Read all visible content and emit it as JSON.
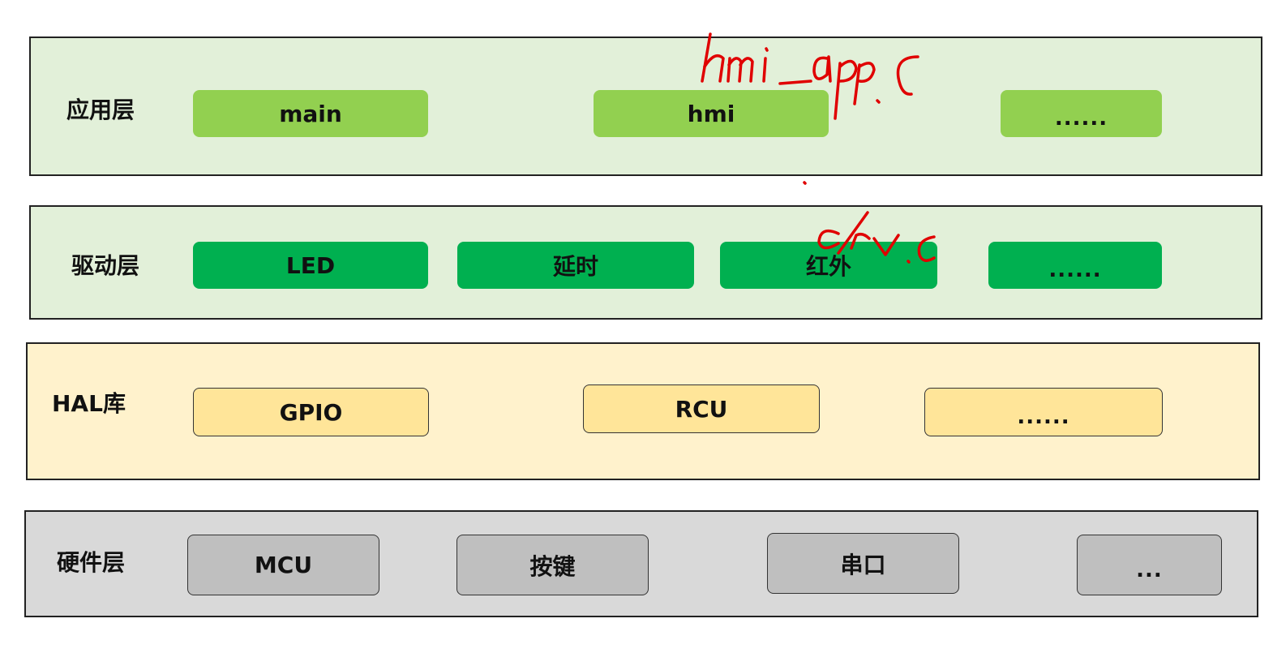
{
  "layers": {
    "app": {
      "label": "应用层",
      "blocks": [
        "main",
        "hmi",
        "......"
      ],
      "color": "#e2f0d9",
      "block_color": "#92d050"
    },
    "driver": {
      "label": "驱动层",
      "blocks": [
        "LED",
        "延时",
        "红外",
        "......"
      ],
      "color": "#e2f0d9",
      "block_color": "#00b050"
    },
    "hal": {
      "label": "HAL库",
      "blocks": [
        "GPIO",
        "RCU",
        "......"
      ],
      "color": "#fff2cc",
      "block_color": "#ffe599"
    },
    "hardware": {
      "label": "硬件层",
      "blocks": [
        "MCU",
        "按键",
        "串口",
        "..."
      ],
      "color": "#d9d9d9",
      "block_color": "#bfbfbf"
    }
  },
  "annotations": {
    "hmi_note": "hmi_app.c",
    "drv_note": "drv.c",
    "ink_color": "#e00000"
  }
}
